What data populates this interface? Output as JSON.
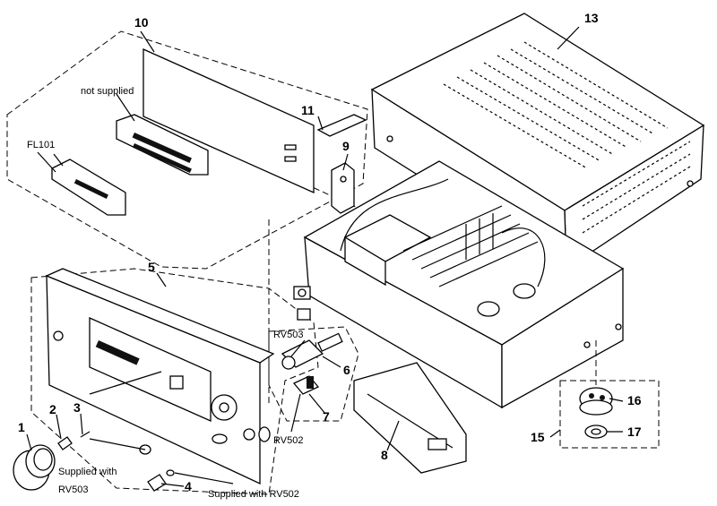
{
  "diagram": {
    "callouts": {
      "c1": "1",
      "c2": "2",
      "c3": "3",
      "c4": "4",
      "c5": "5",
      "c6": "6",
      "c7": "7",
      "c8": "8",
      "c9": "9",
      "c10": "10",
      "c11": "11",
      "c13": "13",
      "c15": "15",
      "c16": "16",
      "c17": "17"
    },
    "labels": {
      "not_supplied": "not supplied",
      "fl101": "FL101",
      "rv503": "RV503",
      "rv502": "RV502",
      "supplied_rv503_line1": "Supplied with",
      "supplied_rv503_line2": "RV503",
      "supplied_rv502": "Supplied with RV502"
    }
  }
}
